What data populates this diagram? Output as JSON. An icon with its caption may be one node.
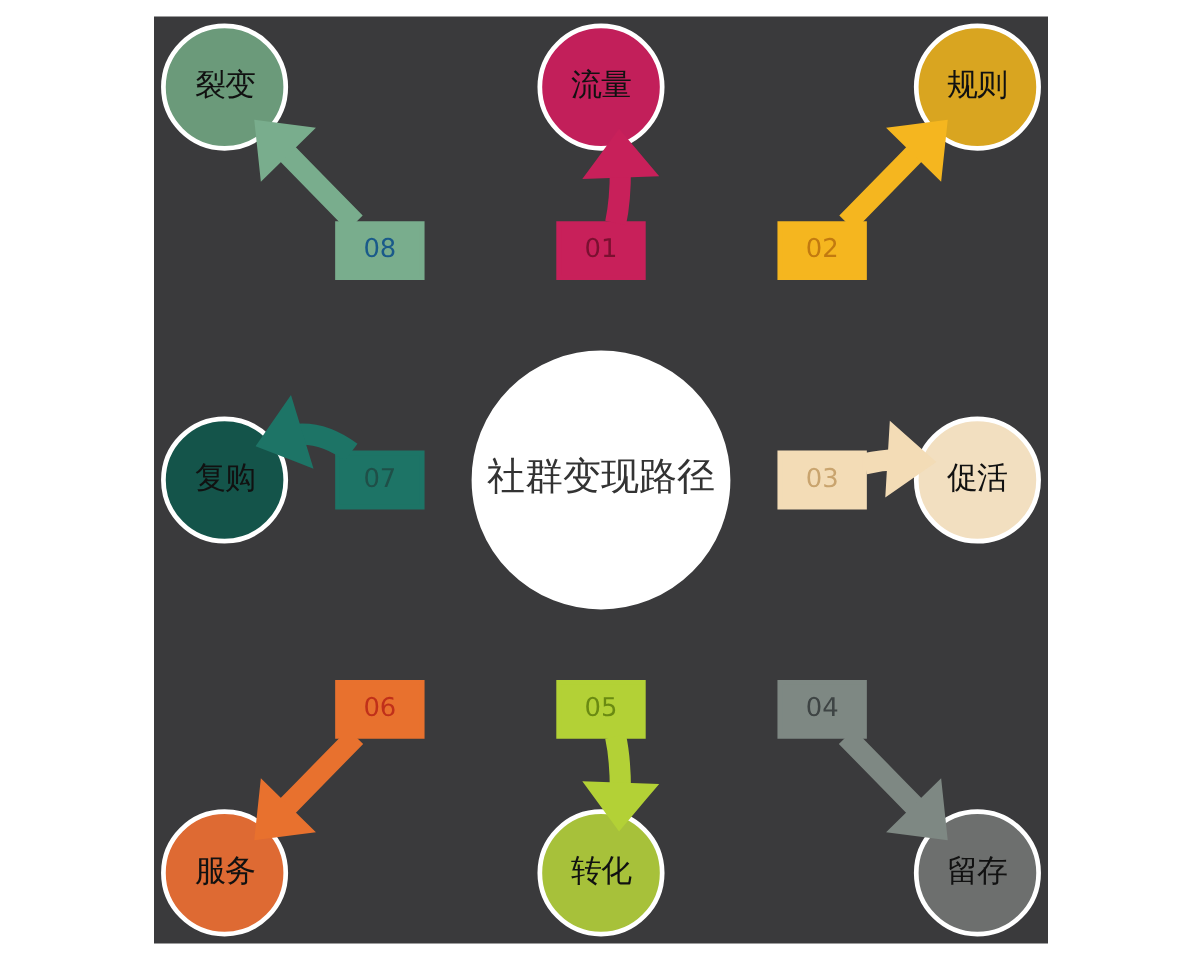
{
  "diagram": {
    "nodes": [
      {
        "text": [
          "社群变现路径"
        ]
      },
      {
        "text": [
          "01"
        ]
      },
      {
        "text": [
          "02"
        ]
      },
      {
        "text": [
          "03"
        ]
      },
      {
        "text": [
          "04"
        ]
      },
      {
        "text": [
          "05"
        ]
      },
      {
        "text": [
          "06"
        ]
      },
      {
        "text": [
          "07"
        ]
      },
      {
        "text": [
          "08"
        ]
      },
      {
        "text": [
          "流量"
        ]
      },
      {
        "text": [
          "规则"
        ]
      },
      {
        "text": [
          "促活"
        ]
      },
      {
        "text": [
          "留存"
        ]
      },
      {
        "text": [
          "转化"
        ]
      },
      {
        "text": [
          "服务"
        ]
      },
      {
        "text": [
          "复购"
        ]
      },
      {
        "text": [
          "裂变"
        ]
      }
    ],
    "edges": [
      {
        "from": 1,
        "to": 9,
        "arrow": "to",
        "color": "#c8205a"
      },
      {
        "from": 2,
        "to": 10,
        "arrow": "to",
        "color": "#f5b61f"
      },
      {
        "from": 3,
        "to": 11,
        "arrow": "to",
        "color": "#f3dcb6"
      },
      {
        "from": 4,
        "to": 12,
        "arrow": "to",
        "color": "#7e8883"
      },
      {
        "from": 5,
        "to": 13,
        "arrow": "to",
        "color": "#b3d136"
      },
      {
        "from": 6,
        "to": 14,
        "arrow": "to",
        "color": "#e8712e"
      },
      {
        "from": 7,
        "to": 15,
        "arrow": "to",
        "color": "#1d7466"
      },
      {
        "from": 8,
        "to": 16,
        "arrow": "to",
        "color": "#79ad8d"
      }
    ]
  }
}
